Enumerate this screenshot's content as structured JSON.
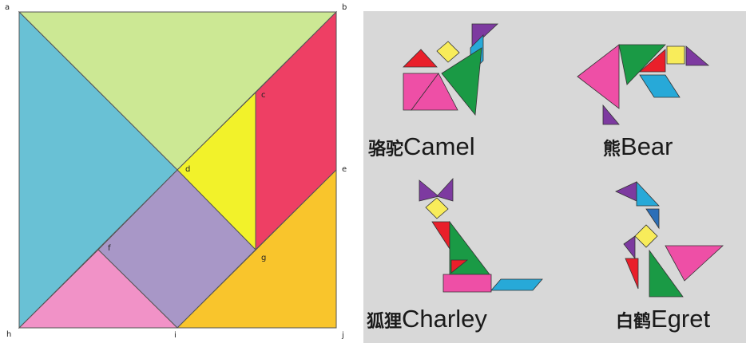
{
  "tangram": {
    "points": [
      "a",
      "b",
      "c",
      "d",
      "e",
      "f",
      "g",
      "h",
      "i",
      "j"
    ],
    "colors": {
      "light_green": "#cce894",
      "blue": "#69c1d5",
      "red": "#ee3f64",
      "yellow": "#f2f22a",
      "purple": "#a897c7",
      "orange": "#f9c52c",
      "pink": "#f192c7"
    }
  },
  "figures": [
    {
      "cn": "骆驼",
      "en": "Camel"
    },
    {
      "cn": "熊",
      "en": "Bear"
    },
    {
      "cn": "狐狸",
      "en": "Charley"
    },
    {
      "cn": "白鹤",
      "en": "Egret"
    }
  ],
  "piece_colors": {
    "green": "#1a9a45",
    "magenta": "#ee4fa6",
    "red": "#e91f2a",
    "yellow": "#f8ec5a",
    "purple": "#7d3aa0",
    "cyan": "#27a9d8",
    "blue": "#2c6fb8"
  }
}
